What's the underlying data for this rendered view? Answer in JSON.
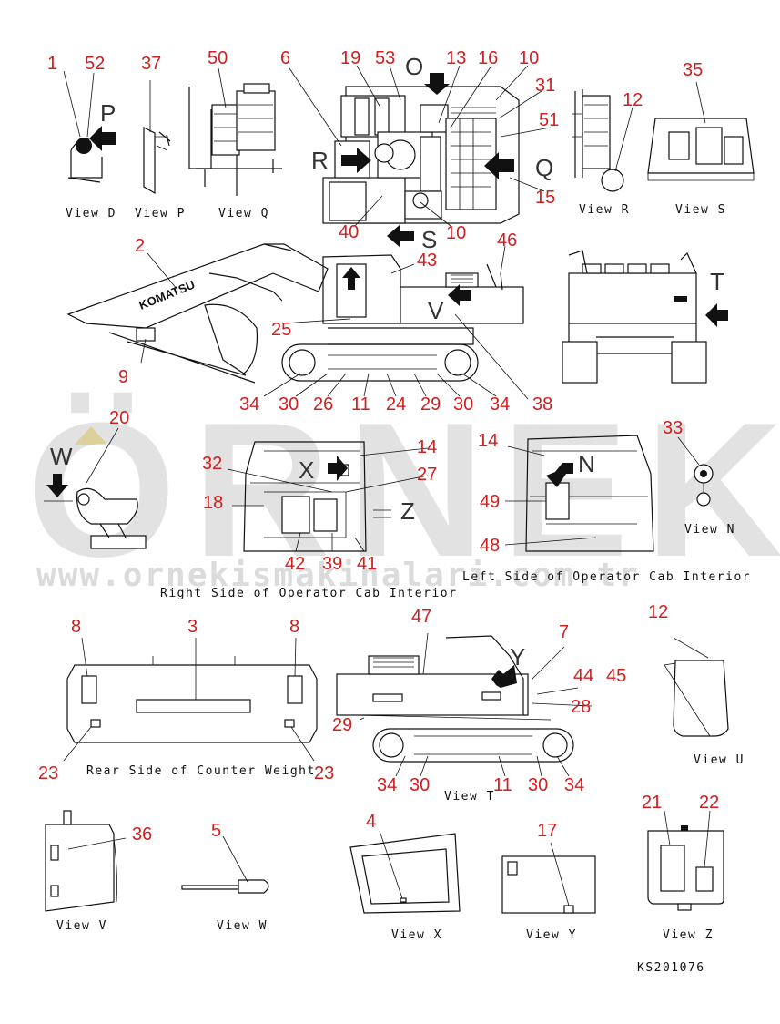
{
  "drawing_code": "KS201076",
  "watermark": {
    "brand": "ÖRNEK",
    "url": "www.ornekismakinalari.com.tr"
  },
  "view_labels": {
    "view_d": "View D",
    "view_p": "View P",
    "view_q": "View Q",
    "view_r": "View R",
    "view_s": "View S",
    "view_n": "View N",
    "view_t": "View T",
    "view_u": "View U",
    "view_v": "View V",
    "view_w": "View W",
    "view_x": "View X",
    "view_y": "View Y",
    "view_z": "View Z",
    "right_cab": "Right Side of Operator Cab Interior",
    "left_cab": "Left Side of Operator Cab Interior",
    "counter_weight": "Rear Side of Counter Weight"
  },
  "view_letters": {
    "P": "P",
    "Q": "Q",
    "R": "R",
    "S": "S",
    "T": "T",
    "O": "O",
    "W": "W",
    "X": "X",
    "Y": "Y",
    "Z": "Z",
    "V": "V",
    "N": "N"
  },
  "callouts": {
    "c1": "1",
    "c52": "52",
    "c37": "37",
    "c50": "50",
    "c6": "6",
    "c19": "19",
    "c53": "53",
    "c13": "13",
    "c16": "16",
    "c10a": "10",
    "c31": "31",
    "c51": "51",
    "c15": "15",
    "c40": "40",
    "c10b": "10",
    "c12a": "12",
    "c35": "35",
    "c2": "2",
    "c43": "43",
    "c46": "46",
    "c25": "25",
    "c9": "9",
    "c38": "38",
    "c34a": "34",
    "c30a": "30",
    "c26": "26",
    "c11a": "11",
    "c24": "24",
    "c29a": "29",
    "c30b": "30",
    "c34b": "34",
    "c20": "20",
    "c14a": "14",
    "c32": "32",
    "c27": "27",
    "c18": "18",
    "c42": "42",
    "c39": "39",
    "c41": "41",
    "c14b": "14",
    "c33": "33",
    "c49": "49",
    "c48": "48",
    "c8a": "8",
    "c3": "3",
    "c8b": "8",
    "c47": "47",
    "c7": "7",
    "c44": "44",
    "c45": "45",
    "c28": "28",
    "c29b": "29",
    "c12b": "12",
    "c23a": "23",
    "c23b": "23",
    "c34c": "34",
    "c30c": "30",
    "c11b": "11",
    "c30d": "30",
    "c34d": "34",
    "c36": "36",
    "c5": "5",
    "c4": "4",
    "c17": "17",
    "c21": "21",
    "c22": "22"
  },
  "brand_on_boom": "KOMATSU"
}
